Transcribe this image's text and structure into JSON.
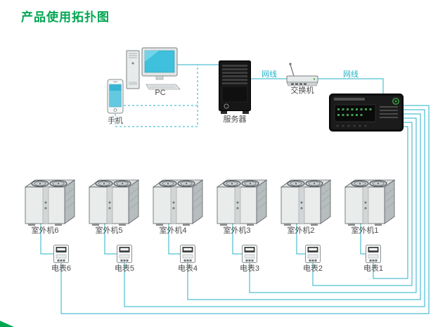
{
  "title": "产品使用拓扑图",
  "colors": {
    "accent": "#00A651",
    "line": "#25B2C8"
  },
  "top_devices": {
    "phone": {
      "label": "手机"
    },
    "pc": {
      "label": "PC"
    },
    "server": {
      "label": "服务器"
    },
    "switch": {
      "label": "交换机"
    }
  },
  "cable_labels": {
    "server_switch": "网线",
    "switch_controller": "网线"
  },
  "units": [
    {
      "label": "室外机6"
    },
    {
      "label": "室外机5"
    },
    {
      "label": "室外机4"
    },
    {
      "label": "室外机3"
    },
    {
      "label": "室外机2"
    },
    {
      "label": "室外机1"
    }
  ],
  "meters": [
    {
      "label": "电表6"
    },
    {
      "label": "电表5"
    },
    {
      "label": "电表4"
    },
    {
      "label": "电表3"
    },
    {
      "label": "电表2"
    },
    {
      "label": "电表1"
    }
  ]
}
